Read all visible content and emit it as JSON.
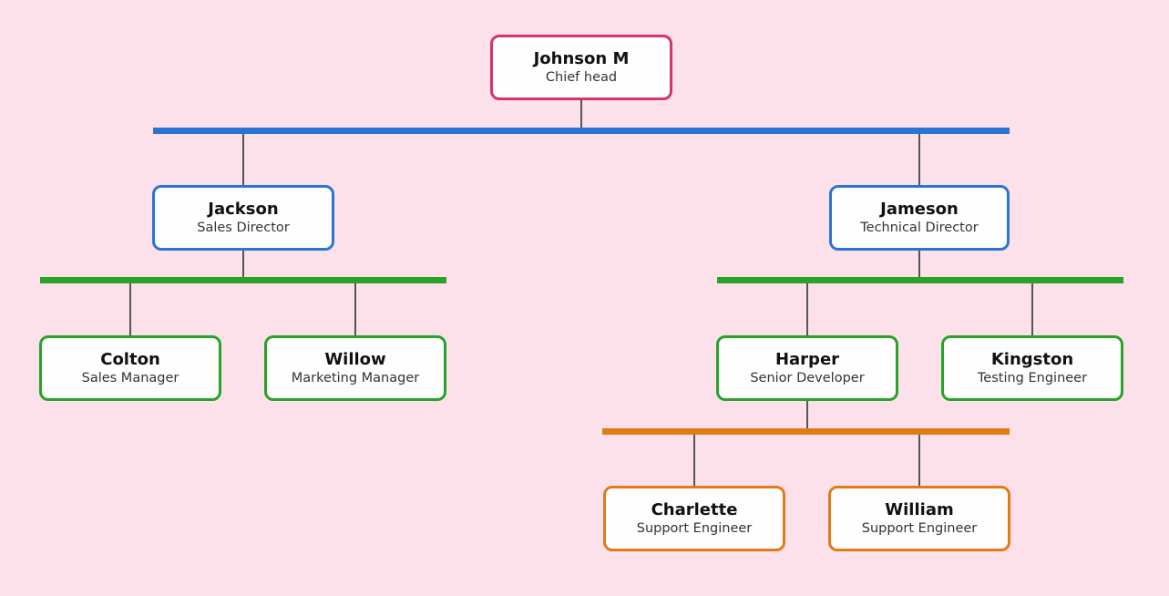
{
  "diagram": {
    "type": "org-chart",
    "background_color": "#fce1ea",
    "connector_line_color": "#555555",
    "level_colors": {
      "root": "#d6336c",
      "directors": "#2b74d4",
      "managers": "#28a228",
      "support": "#e07b16"
    },
    "nodes": [
      {
        "id": "johnson",
        "name": "Johnson M",
        "role": "Chief head",
        "border_color": "#d6336c",
        "parent": null
      },
      {
        "id": "jackson",
        "name": "Jackson",
        "role": "Sales Director",
        "border_color": "#2b74d4",
        "parent": "johnson"
      },
      {
        "id": "jameson",
        "name": "Jameson",
        "role": "Technical Director",
        "border_color": "#2b74d4",
        "parent": "johnson"
      },
      {
        "id": "colton",
        "name": "Colton",
        "role": "Sales Manager",
        "border_color": "#28a228",
        "parent": "jackson"
      },
      {
        "id": "willow",
        "name": "Willow",
        "role": "Marketing Manager",
        "border_color": "#28a228",
        "parent": "jackson"
      },
      {
        "id": "harper",
        "name": "Harper",
        "role": "Senior Developer",
        "border_color": "#28a228",
        "parent": "jameson"
      },
      {
        "id": "kingston",
        "name": "Kingston",
        "role": "Testing Engineer",
        "border_color": "#28a228",
        "parent": "jameson"
      },
      {
        "id": "charlette",
        "name": "Charlette",
        "role": "Support Engineer",
        "border_color": "#e07b16",
        "parent": "harper"
      },
      {
        "id": "william",
        "name": "William",
        "role": "Support Engineer",
        "border_color": "#e07b16",
        "parent": "harper"
      }
    ],
    "bars": [
      {
        "id": "bar-level1",
        "color": "#2b74d4"
      },
      {
        "id": "bar-level2-left",
        "color": "#28a228"
      },
      {
        "id": "bar-level2-right",
        "color": "#28a228"
      },
      {
        "id": "bar-level3",
        "color": "#e07b16"
      }
    ]
  }
}
